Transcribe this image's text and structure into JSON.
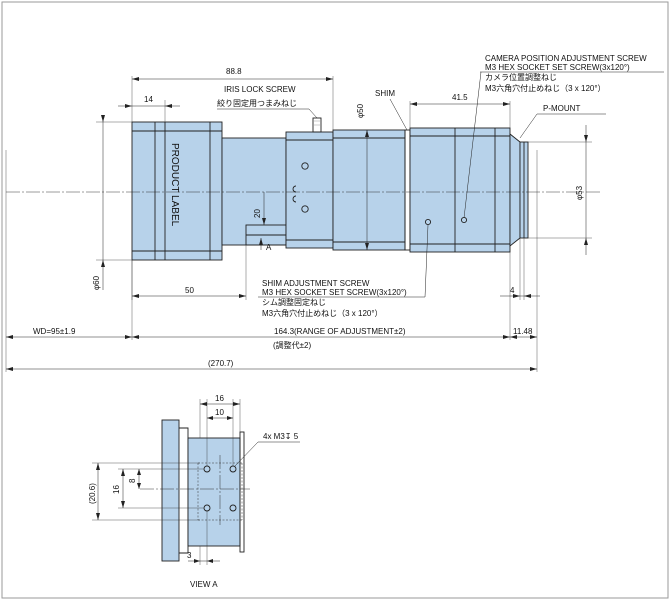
{
  "main_view": {
    "overall_length": "88.8",
    "front_length": "14",
    "iris_lock_en": "IRIS LOCK SCREW",
    "iris_lock_jp": "絞り固定用つまみねじ",
    "product_label": "PRODUCT LABEL",
    "shim": "SHIM",
    "dia_50": "φ50",
    "dim_41_5": "41.5",
    "cam_pos_line1": "CAMERA POSITION ADJUSTMENT SCREW",
    "cam_pos_line2": "M3 HEX SOCKET SET SCREW(3x120°)",
    "cam_pos_jp1": "カメラ位置調整ねじ",
    "cam_pos_jp2": "M3六角穴付止めねじ（3 x 120°）",
    "p_mount": "P-MOUNT",
    "dia_53": "φ53",
    "dia_60": "φ60",
    "dim_20": "20",
    "view_arrow": "A",
    "dim_50": "50",
    "shim_adj_line1": "SHIM ADJUSTMENT SCREW",
    "shim_adj_line2": "M3 HEX SOCKET SET SCREW(3x120°)",
    "shim_adj_jp1": "シム調整固定ねじ",
    "shim_adj_jp2": "M3六角穴付止めねじ（3 x 120°）",
    "dim_4": "4",
    "wd": "WD=95±1.9",
    "range_adj": "164.3(RANGE OF ADJUSTMENT±2)",
    "range_adj_jp": "(調整代±2)",
    "dim_11_48": "11.48",
    "total": "(270.7)"
  },
  "view_a": {
    "dim_16_top": "16",
    "dim_10": "10",
    "screws": "4x M3↧ 5",
    "dim_20_6": "(20.6)",
    "dim_16_side": "16",
    "dim_8": "8",
    "dim_3": "3",
    "title": "VIEW A"
  },
  "colors": {
    "body_fill": "#b7d2ea",
    "line": "#222222",
    "frame": "#9a9a9a"
  }
}
